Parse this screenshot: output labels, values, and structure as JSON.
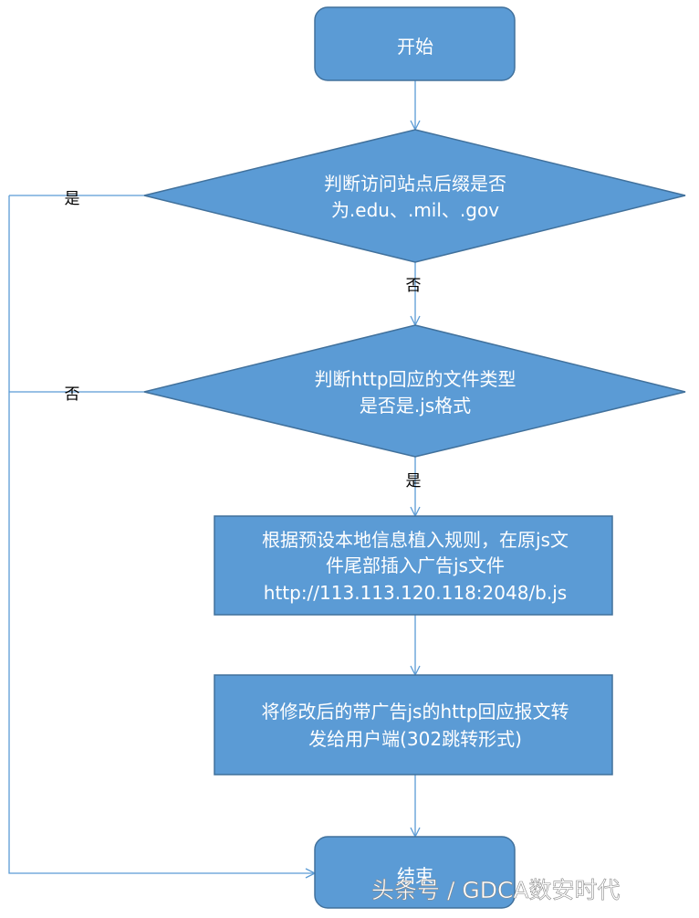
{
  "diagram": {
    "nodes": {
      "start": {
        "lines": [
          "开始"
        ]
      },
      "decision1": {
        "lines": [
          "判断访问站点后缀是否",
          "为.edu、.mil、.gov"
        ]
      },
      "decision2": {
        "lines": [
          "判断http回应的文件类型",
          "是否是.js格式"
        ]
      },
      "process1": {
        "lines": [
          "根据预设本地信息植入规则，在原js文",
          "件尾部插入广告js文件",
          "http://113.113.120.118:2048/b.js"
        ]
      },
      "process2": {
        "lines": [
          "将修改后的带广告js的http回应报文转",
          "发给用户端(302跳转形式)"
        ]
      },
      "end": {
        "lines": [
          "结束"
        ]
      }
    },
    "edge_labels": {
      "d1_yes": "是",
      "d1_no": "否",
      "d2_no": "否",
      "d2_yes": "是"
    }
  },
  "watermark": "头条号 / GDCA数安时代",
  "colors": {
    "shape_fill": "#5B9BD5",
    "shape_stroke": "#41719C",
    "connector": "#5B9BD5"
  }
}
